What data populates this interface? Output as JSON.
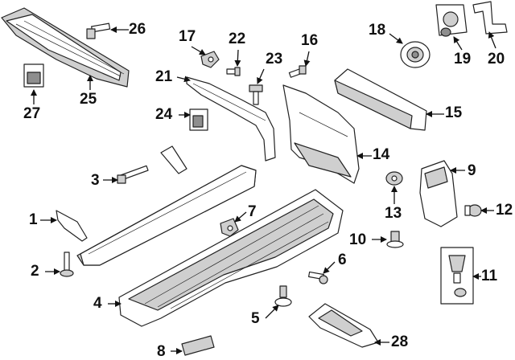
{
  "callouts": [
    {
      "id": "1",
      "label": "1"
    },
    {
      "id": "2",
      "label": "2"
    },
    {
      "id": "3",
      "label": "3"
    },
    {
      "id": "4",
      "label": "4"
    },
    {
      "id": "5",
      "label": "5"
    },
    {
      "id": "6",
      "label": "6"
    },
    {
      "id": "7",
      "label": "7"
    },
    {
      "id": "8",
      "label": "8"
    },
    {
      "id": "9",
      "label": "9"
    },
    {
      "id": "10",
      "label": "10"
    },
    {
      "id": "11",
      "label": "11"
    },
    {
      "id": "12",
      "label": "12"
    },
    {
      "id": "13",
      "label": "13"
    },
    {
      "id": "14",
      "label": "14"
    },
    {
      "id": "15",
      "label": "15"
    },
    {
      "id": "16",
      "label": "16"
    },
    {
      "id": "17",
      "label": "17"
    },
    {
      "id": "18",
      "label": "18"
    },
    {
      "id": "19",
      "label": "19"
    },
    {
      "id": "20",
      "label": "20"
    },
    {
      "id": "21",
      "label": "21"
    },
    {
      "id": "22",
      "label": "22"
    },
    {
      "id": "23",
      "label": "23"
    },
    {
      "id": "24",
      "label": "24"
    },
    {
      "id": "25",
      "label": "25"
    },
    {
      "id": "26",
      "label": "26"
    },
    {
      "id": "27",
      "label": "27"
    },
    {
      "id": "28",
      "label": "28"
    }
  ],
  "colors": {
    "line": "#222222",
    "fill": "#ffffff",
    "shade": "#cfcfcf",
    "text": "#111111"
  }
}
